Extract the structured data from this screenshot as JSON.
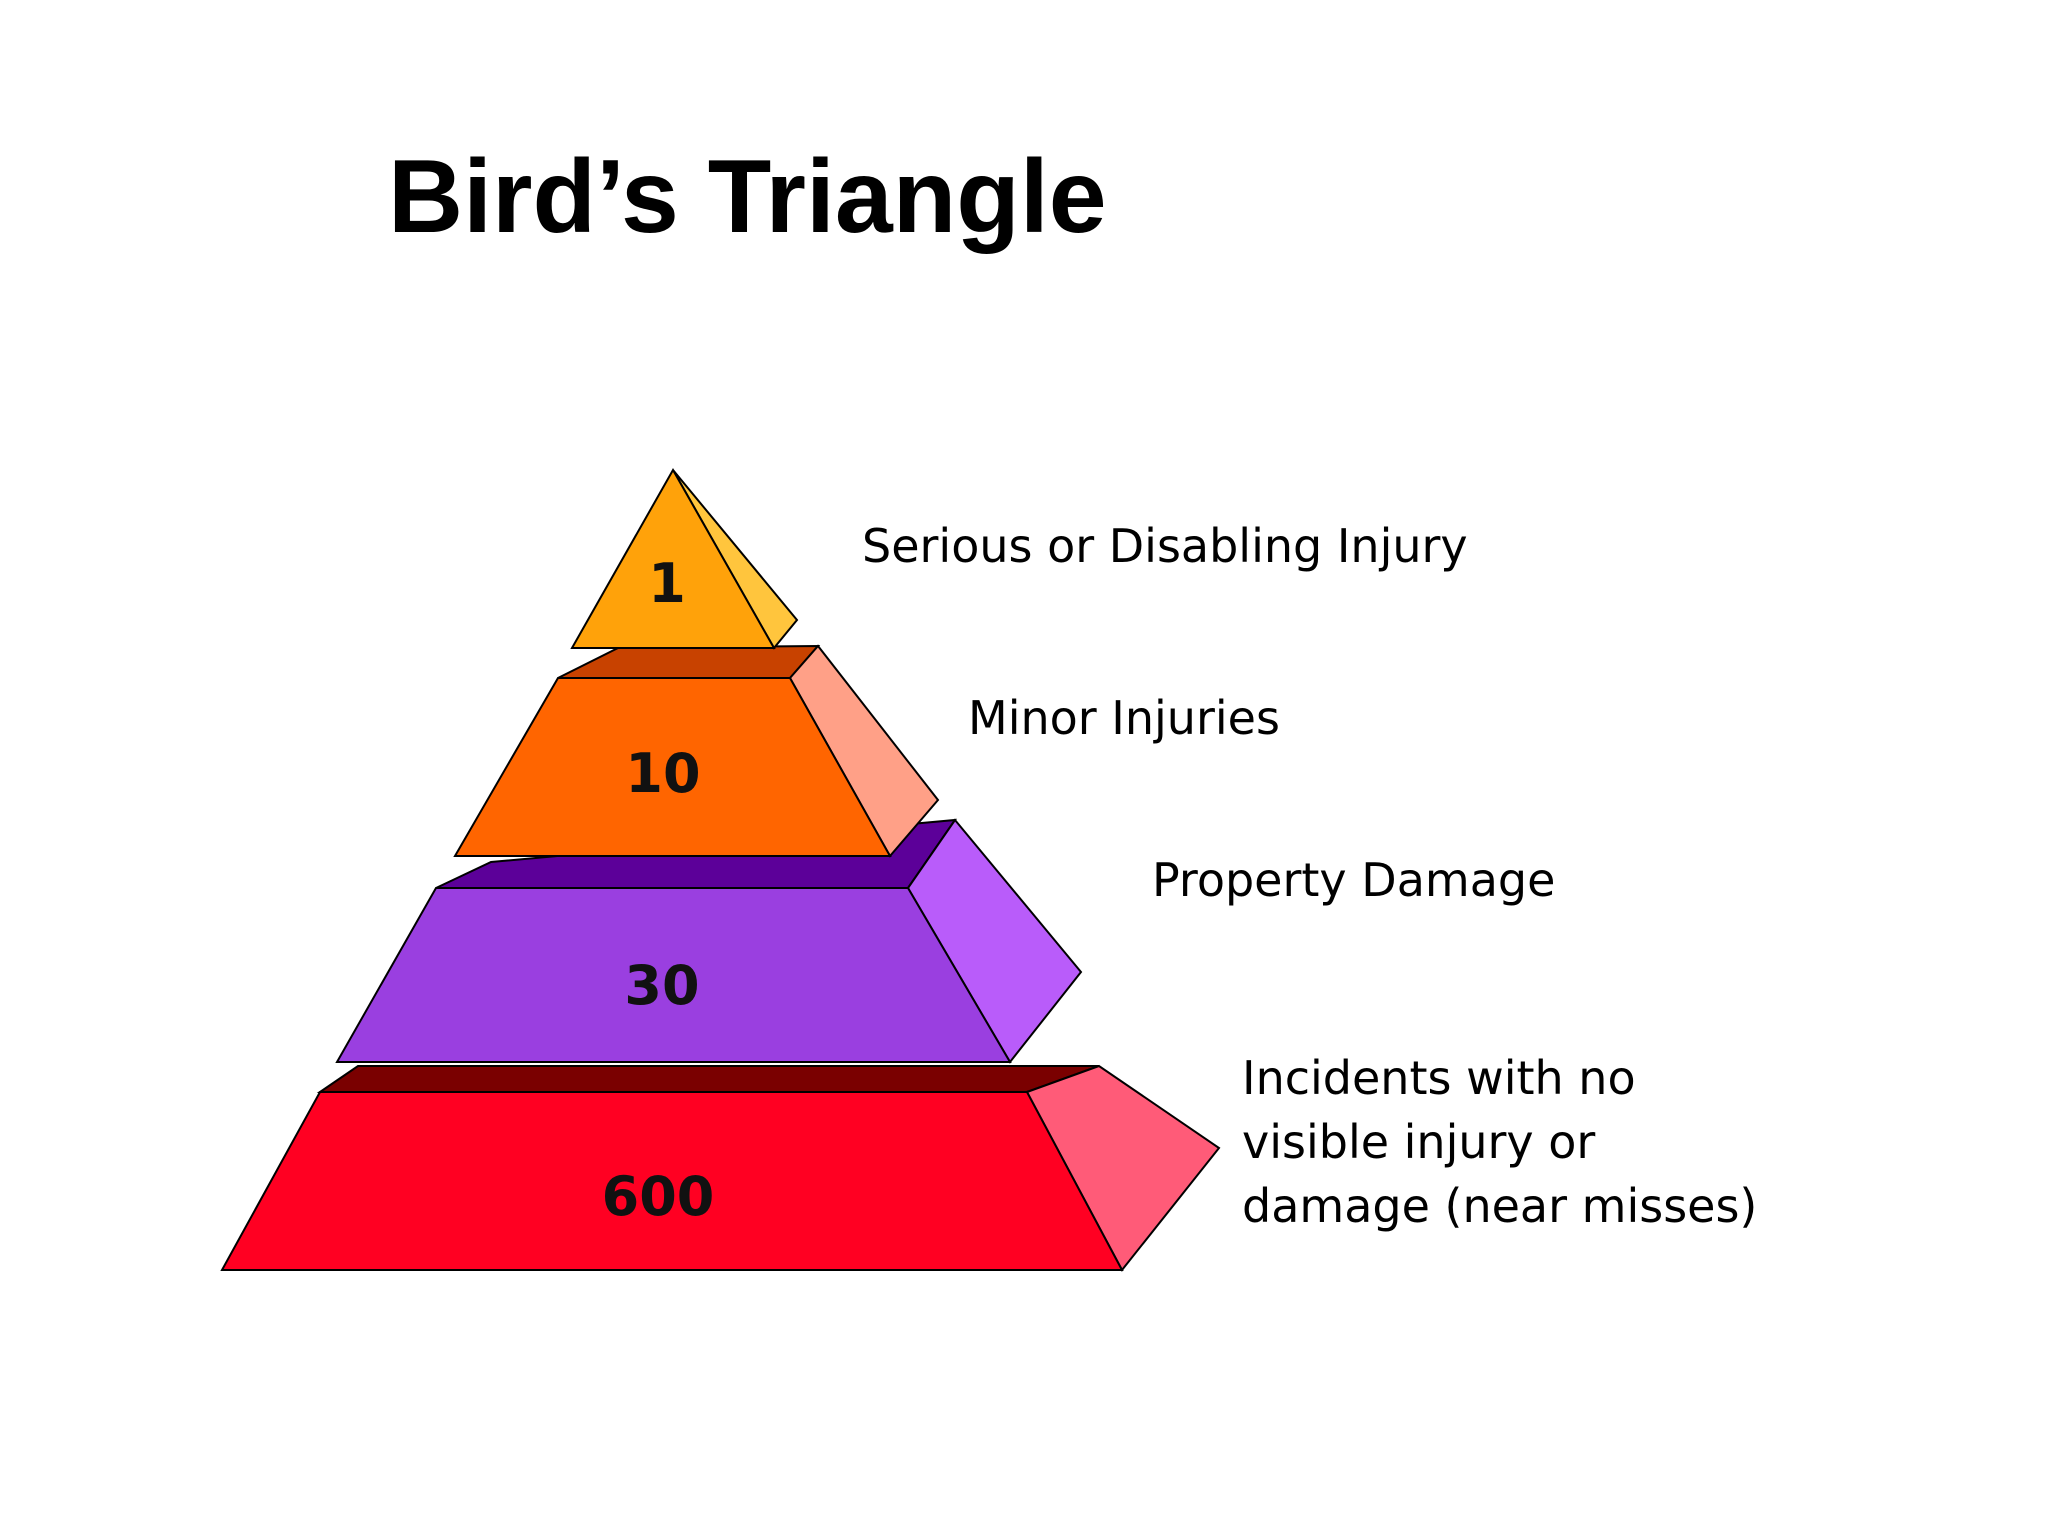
{
  "title": "Bird’s Triangle",
  "tiers": [
    {
      "count": "1",
      "label": "Serious or Disabling Injury",
      "front": "#FFA20A",
      "side": "#FFC53D",
      "top": "#FFA20A"
    },
    {
      "count": "10",
      "label": "Minor Injuries",
      "front": "#FF6500",
      "side": "#FFA087",
      "top": "#C84200"
    },
    {
      "count": "30",
      "label": "Property Damage",
      "front": "#9A3FE0",
      "side": "#B95CFA",
      "top": "#5C0099"
    },
    {
      "count": "600",
      "label": "Incidents with no\nvisible injury or\ndamage (near misses)",
      "front": "#FF0022",
      "side": "#FF5B78",
      "top": "#7A0000"
    }
  ]
}
